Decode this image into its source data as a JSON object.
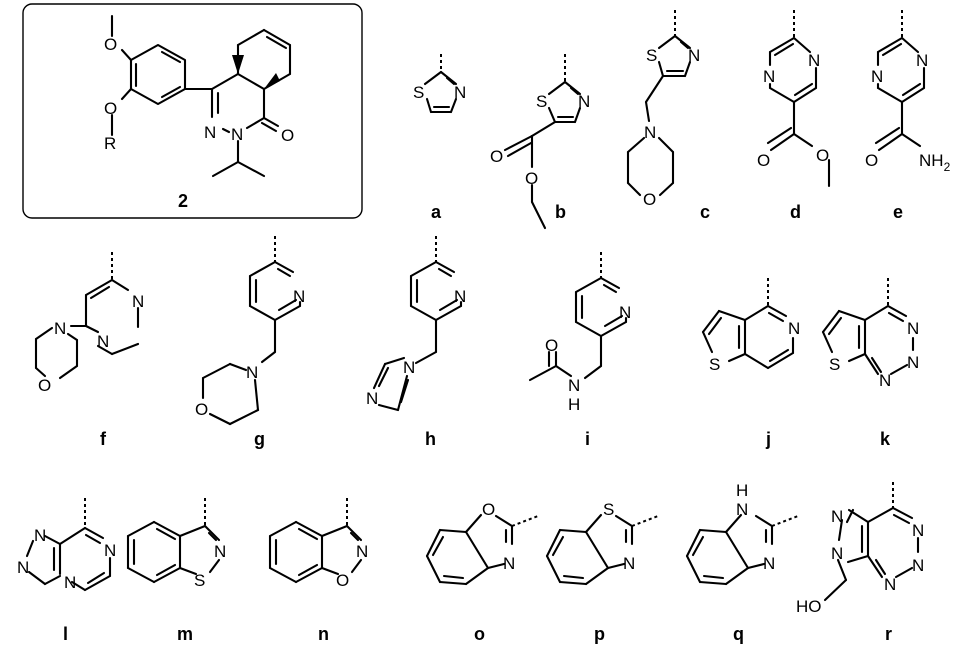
{
  "compound_label": "2",
  "substituent_symbol": "R",
  "labels": [
    "a",
    "b",
    "c",
    "d",
    "e",
    "f",
    "g",
    "h",
    "i",
    "j",
    "k",
    "l",
    "m",
    "n",
    "o",
    "p",
    "q",
    "r"
  ],
  "atoms": {
    "N": "N",
    "O": "O",
    "S": "S",
    "NH2_N": "NH",
    "NH2_sub": "2",
    "NH": "N",
    "H": "H",
    "HO": "HO"
  }
}
